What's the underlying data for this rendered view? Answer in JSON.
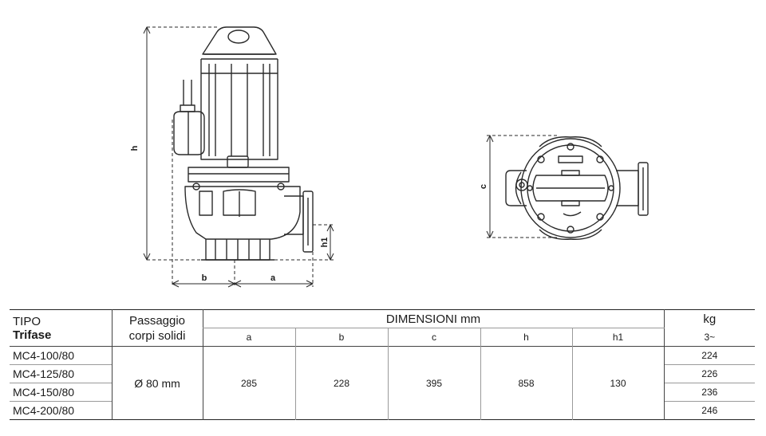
{
  "drawing": {
    "labels": {
      "h": "h",
      "h1": "h1",
      "a": "a",
      "b": "b",
      "c": "c"
    }
  },
  "table": {
    "header": {
      "tipo": "TIPO",
      "trifase": "Trifase",
      "passaggio_line1": "Passaggio",
      "passaggio_line2": "corpi solidi",
      "dimensioni": "DIMENSIONI mm",
      "kg": "kg",
      "phase": "3~",
      "columns": [
        "a",
        "b",
        "c",
        "h",
        "h1"
      ]
    },
    "passage": "Ø 80 mm",
    "dimensions": {
      "a": "285",
      "b": "228",
      "c": "395",
      "h": "858",
      "h1": "130"
    },
    "rows": [
      {
        "model": "MC4-100/80",
        "kg": "224"
      },
      {
        "model": "MC4-125/80",
        "kg": "226"
      },
      {
        "model": "MC4-150/80",
        "kg": "236"
      },
      {
        "model": "MC4-200/80",
        "kg": "246"
      }
    ]
  }
}
